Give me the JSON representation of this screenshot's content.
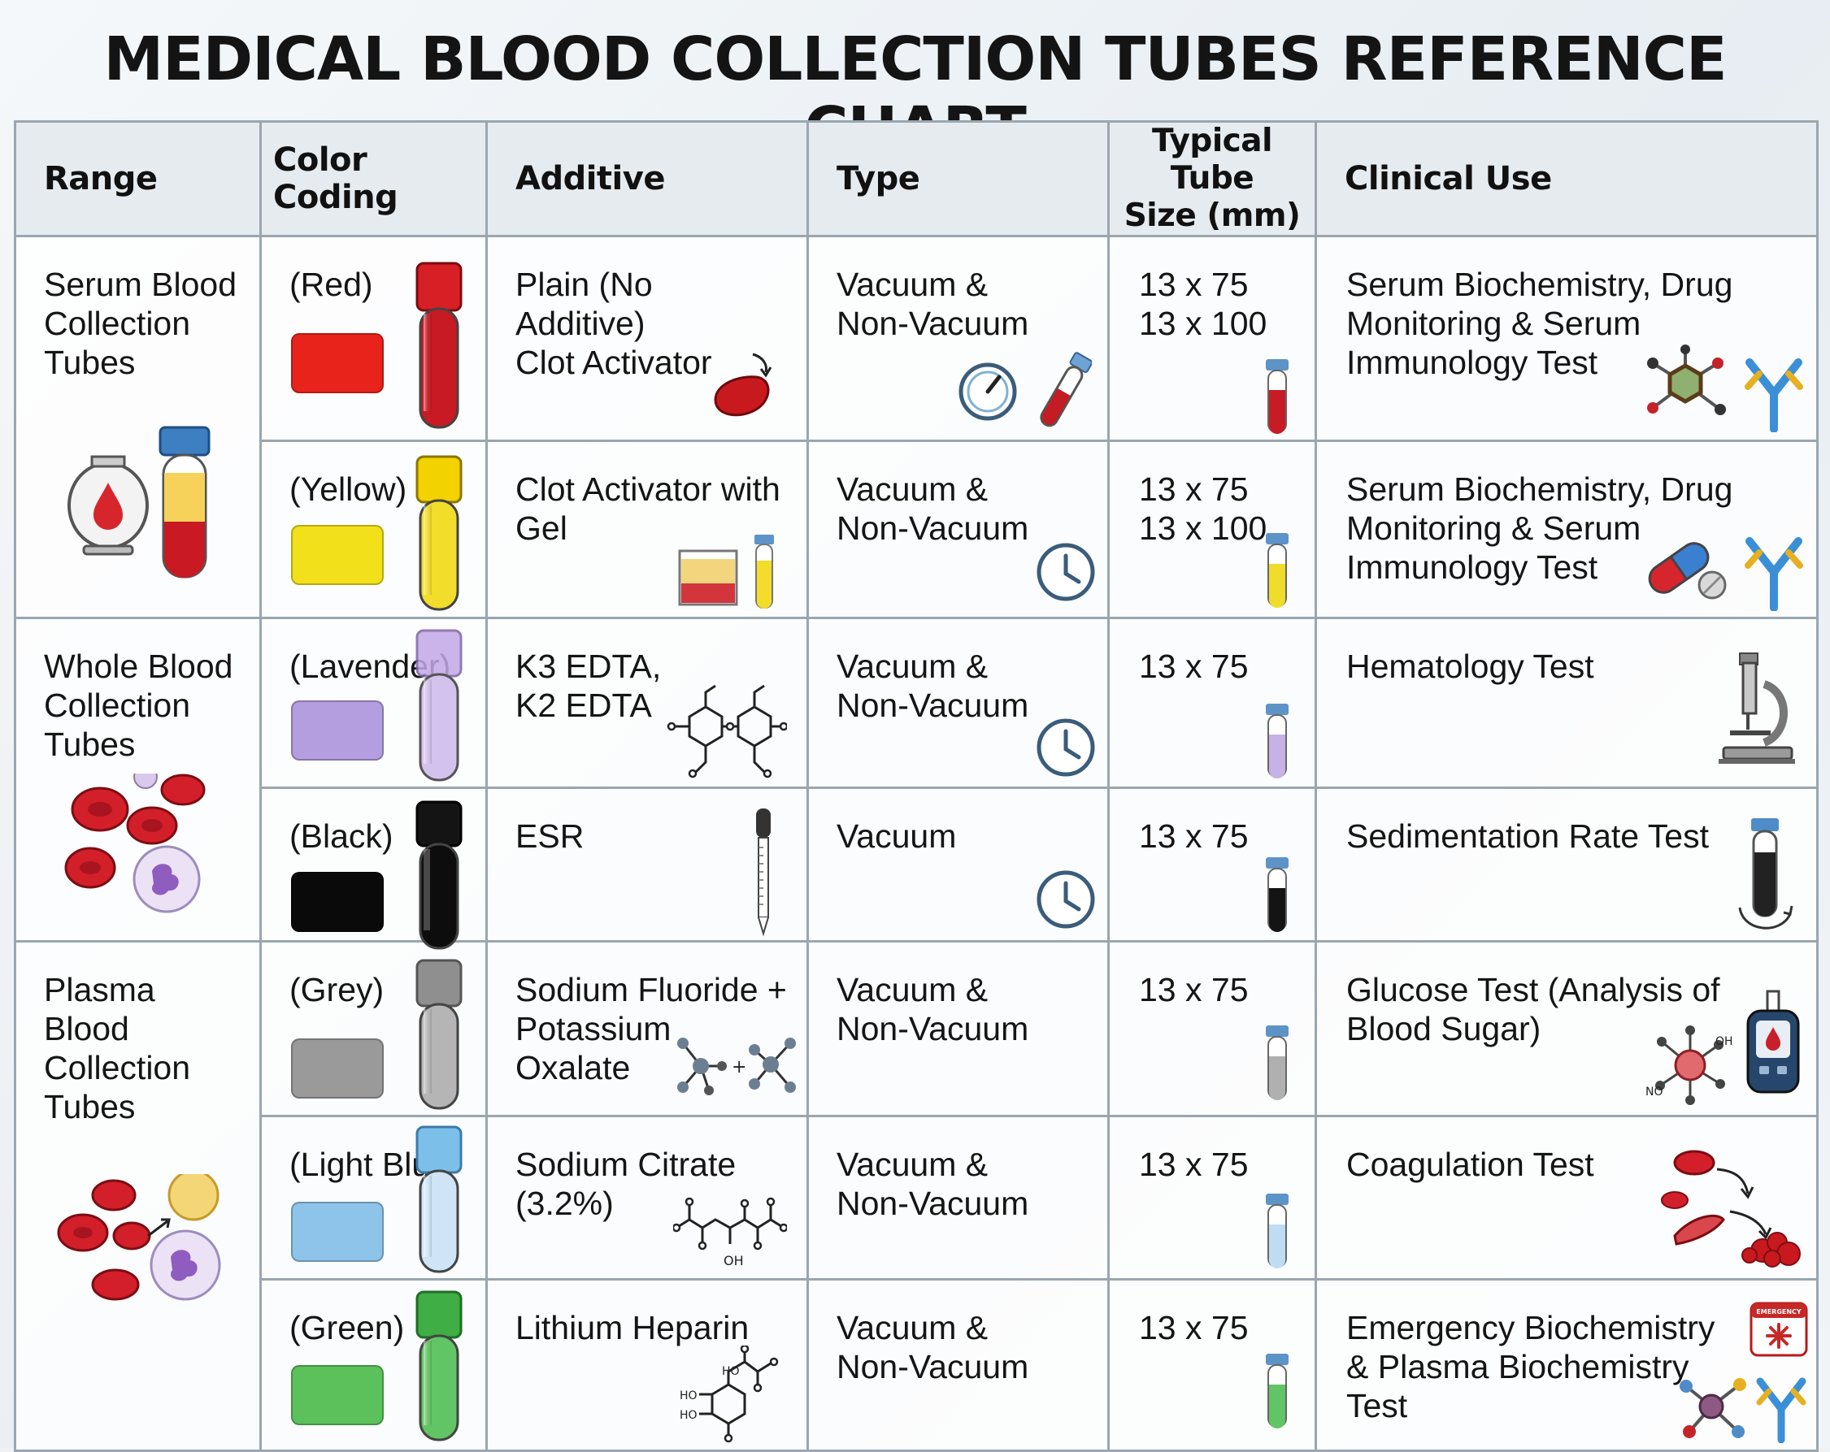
{
  "title": "MEDICAL BLOOD COLLECTION TUBES REFERENCE CHART",
  "headers": {
    "range": "Range",
    "color": "Color Coding",
    "additive": "Additive",
    "type": "Type",
    "size": "Typical Tube\nSize (mm)",
    "use": "Clinical Use"
  },
  "groups": [
    {
      "name": "Serum Blood\nCollection\nTubes"
    },
    {
      "name": "Whole Blood\nCollection\nTubes"
    },
    {
      "name": "Plasma\nBlood\nCollection\nTubes"
    }
  ],
  "rows": [
    {
      "color_label": "(Red)",
      "color": "#e8231c",
      "additive": "Plain (No\nAdditive)\nClot Activator",
      "type": "Vacuum &\nNon-Vacuum",
      "size": "13 x 75\n13 x 100",
      "use": "Serum Biochemistry, Drug\nMonitoring & Serum\nImmunology Test"
    },
    {
      "color_label": "(Yellow)",
      "color": "#f2e01a",
      "additive": "Clot Activator with\nGel",
      "type": "Vacuum &\nNon-Vacuum",
      "size": "13 x 75\n13 x 100",
      "use": "Serum Biochemistry, Drug\nMonitoring & Serum\nImmunology Test"
    },
    {
      "color_label": "(Lavender)",
      "color": "#b59ee0",
      "additive": "K3 EDTA,\nK2 EDTA",
      "type": "Vacuum &\nNon-Vacuum",
      "size": "13 x 75",
      "use": "Hematology Test"
    },
    {
      "color_label": "(Black)",
      "color": "#0a0a0a",
      "additive": "ESR",
      "type": "Vacuum",
      "size": "13 x 75",
      "use": "Sedimentation Rate Test"
    },
    {
      "color_label": "(Grey)",
      "color": "#9a9a9a",
      "additive": "Sodium Fluoride +\nPotassium\nOxalate",
      "type": "Vacuum &\nNon-Vacuum",
      "size": "13 x 75",
      "use": "Glucose Test (Analysis of\nBlood Sugar)"
    },
    {
      "color_label": "(Light Blu",
      "color": "#8ec3ea",
      "additive": "Sodium Citrate\n(3.2%)",
      "type": "Vacuum &\nNon-Vacuum",
      "size": "13 x 75",
      "use": "Coagulation Test"
    },
    {
      "color_label": "(Green)",
      "color": "#5cc15a",
      "additive": "Lithium Heparin",
      "type": "Vacuum &\nNon-Vacuum",
      "size": "13 x 75",
      "use": "Emergency Biochemistry\n& Plasma Biochemistry\nTest"
    }
  ],
  "icons": {
    "row1": [
      "blood-bag-icon",
      "clot-icon",
      "gauge-icon",
      "tilted-tube-icon",
      "molecule-icon",
      "antibody-icon"
    ],
    "row2": [
      "gel-tube-icon",
      "clock-icon",
      "capsule-icon",
      "antibody-icon"
    ],
    "row3": [
      "edta-molecule-icon",
      "clock-icon",
      "microscope-icon",
      "blood-cells-icon"
    ],
    "row4": [
      "pipette-icon",
      "clock-icon",
      "sedimentation-tube-icon"
    ],
    "row5": [
      "molecule-pair-icon",
      "glucose-molecule-icon",
      "glucometer-icon"
    ],
    "row6": [
      "citrate-molecule-icon",
      "coagulation-icon",
      "mixed-cells-icon"
    ],
    "row7": [
      "heparin-molecule-icon",
      "emergency-calendar-icon",
      "molecule-icon",
      "antibody-icon"
    ]
  },
  "icon_labels": {
    "emergency": "EMERGENCY",
    "oh": "OH",
    "no": "NO",
    "ho": "HO"
  }
}
